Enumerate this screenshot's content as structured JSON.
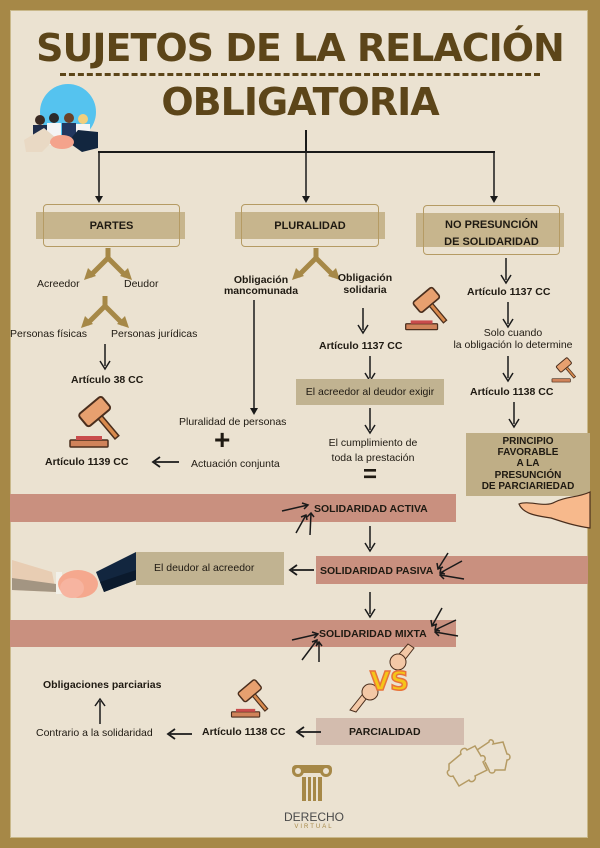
{
  "title": {
    "line1": "SUJETOS DE LA RELACIÓN",
    "line2": "OBLIGATORIA"
  },
  "branches": {
    "partes": {
      "label": "PARTES",
      "children": [
        "Acreedor",
        "Deudor"
      ],
      "sub_children": [
        "Personas físicas",
        "Personas jurídicas"
      ],
      "article_1": "Artículo 38 CC",
      "article_2": "Artículo 1139 CC"
    },
    "pluralidad": {
      "label": "PLURALIDAD",
      "left": "Obligación mancomunada",
      "left_line1": "Obligación",
      "left_line2": "mancomunada",
      "right_line1": "Obligación",
      "right_line2": "solidaria",
      "plural_personas": "Pluralidad de personas",
      "plus": "+",
      "actuacion": "Actuación conjunta",
      "article": "Artículo 1137 CC",
      "exigir": "El acreedor al deudor exigir",
      "cumplimiento_line1": "El cumplimiento de",
      "cumplimiento_line2": "toda la prestación",
      "equals": "="
    },
    "no_presuncion": {
      "label_line1": "NO PRESUNCIÓN",
      "label_line2": "DE SOLIDARIDAD",
      "article_1": "Artículo 1137 CC",
      "solo_line1": "Solo cuando",
      "solo_line2": "la obligación lo determine",
      "article_2": "Artículo 1138 CC",
      "principio": [
        "PRINCIPIO",
        "FAVORABLE",
        "A LA",
        "PRESUNCIÓN",
        "DE PARCIARIEDAD"
      ]
    }
  },
  "solidaridad": {
    "activa": "SOLIDARIDAD ACTIVA",
    "pasiva": "SOLIDARIDAD PASIVA",
    "deudor_acreedor": "El deudor al acreedor",
    "mixta": "SOLIDARIDAD MIXTA",
    "vs": "VS"
  },
  "parcialidad": {
    "label": "PARCIALIDAD",
    "article": "Artículo 1138 CC",
    "contrario": "Contrario a la solidaridad",
    "obligaciones": "Obligaciones parciarias"
  },
  "logo": {
    "name": "DERECHO",
    "sub": "VIRTUAL"
  },
  "colors": {
    "border": "#a68847",
    "background": "#ebe2d1",
    "title": "#5c4519",
    "header_bar": "#c5b289",
    "rose_bar": "#c9907f",
    "tan_box": "#c1b391"
  }
}
